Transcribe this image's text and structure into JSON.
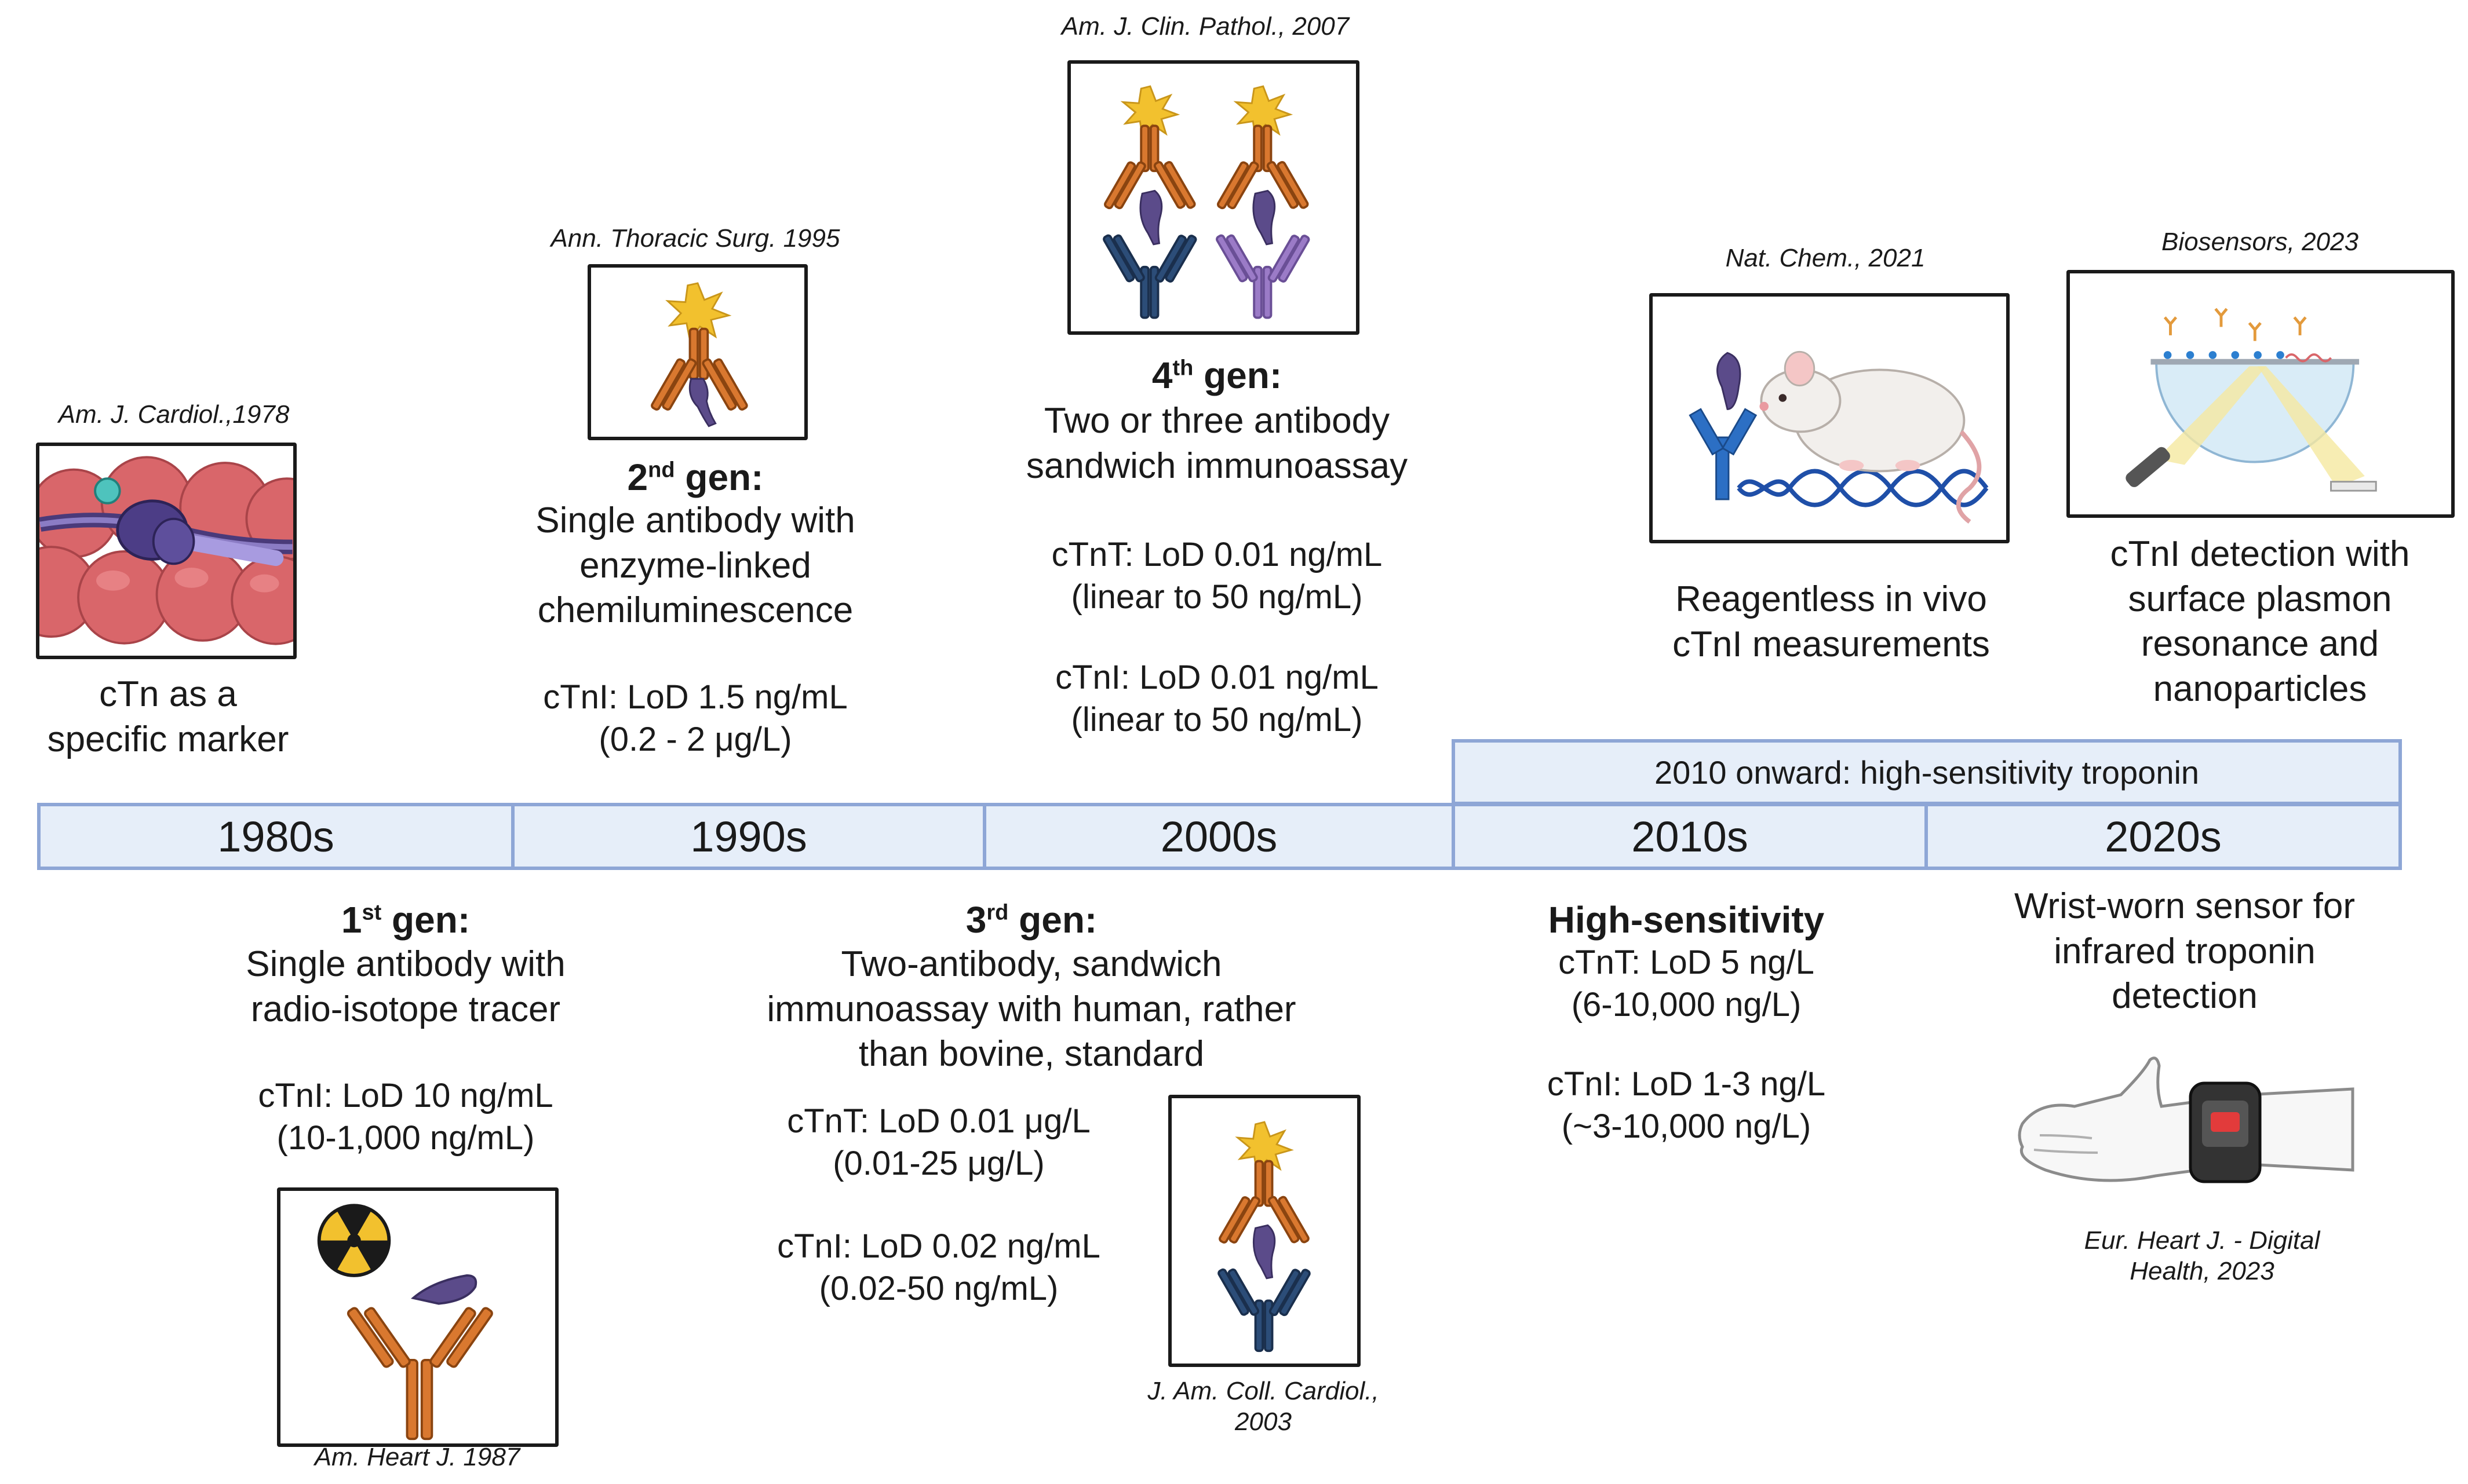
{
  "timeline": {
    "decades": [
      "1980s",
      "1990s",
      "2000s",
      "2010s",
      "2020s"
    ],
    "hs_band": "2010 onward: high-sensitivity troponin"
  },
  "items": {
    "marker": {
      "citation": "Am. J. Cardiol.,1978",
      "caption": "cTn as a\nspecific marker"
    },
    "gen1": {
      "heading_num": "1",
      "heading_sup": "st",
      "heading_rest": " gen:",
      "description": "Single antibody with\nradio-isotope tracer",
      "metrics": "cTnI: LoD 10 ng/mL\n(10-1,000 ng/mL)",
      "citation": "Am. Heart J. 1987"
    },
    "gen2": {
      "citation": "Ann. Thoracic Surg. 1995",
      "heading_num": "2",
      "heading_sup": "nd",
      "heading_rest": " gen:",
      "description": "Single antibody with\nenzyme-linked\nchemiluminescence",
      "metrics": "cTnI: LoD 1.5 ng/mL\n(0.2 - 2 μg/L)"
    },
    "gen3": {
      "heading_num": "3",
      "heading_sup": "rd",
      "heading_rest": " gen:",
      "description": "Two-antibody, sandwich\nimmunoassay with human, rather\nthan bovine, standard",
      "metrics_tnt": "cTnT: LoD 0.01 μg/L\n(0.01-25 μg/L)",
      "metrics_tni": "cTnI: LoD 0.02 ng/mL\n(0.02-50 ng/mL)",
      "citation": "J. Am. Coll. Cardiol.,\n2003"
    },
    "gen4": {
      "citation": "Am. J. Clin. Pathol., 2007",
      "heading_num": "4",
      "heading_sup": "th",
      "heading_rest": " gen:",
      "description": "Two or three antibody\nsandwich immunoassay",
      "metrics_tnt": "cTnT: LoD 0.01 ng/mL\n(linear to 50 ng/mL)",
      "metrics_tni": "cTnI: LoD 0.01 ng/mL\n(linear to 50 ng/mL)"
    },
    "hs": {
      "heading": "High-sensitivity",
      "metrics_tnt": "cTnT: LoD 5 ng/L\n(6-10,000 ng/L)",
      "metrics_tni": "cTnI: LoD 1-3 ng/L\n(~3-10,000 ng/L)"
    },
    "invivo": {
      "citation": "Nat. Chem., 2021",
      "caption": "Reagentless in vivo\ncTnI measurements"
    },
    "spr": {
      "citation": "Biosensors, 2023",
      "caption": "cTnI detection with\nsurface plasmon\nresonance and\nnanoparticles"
    },
    "wrist": {
      "caption": "Wrist-worn sensor for\ninfrared troponin\ndetection",
      "citation": "Eur. Heart J. - Digital\nHealth, 2023"
    }
  },
  "colors": {
    "timeline_fill": "#e6eef9",
    "timeline_border": "#8ea6d6",
    "antibody_orange": "#d9782f",
    "antibody_navy": "#2c4d78",
    "antibody_lilac": "#9b7bc7",
    "troponin_purple": "#5b4b8a",
    "enzyme_star": "#f2c12e",
    "muscle_red": "#d9666a"
  }
}
